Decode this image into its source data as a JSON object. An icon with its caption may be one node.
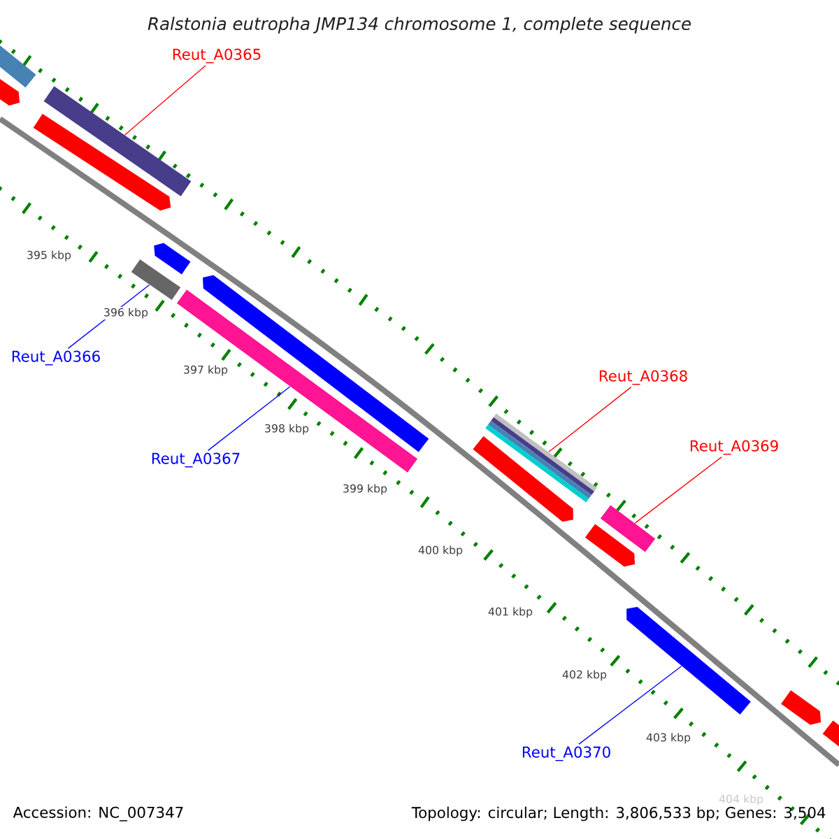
{
  "diagram": {
    "title": "Ralstonia eutropha JMP134 chromosome 1, complete sequence",
    "nodes": [
      {
        "text": [
          "Reut_A0365"
        ]
      },
      {
        "text": [
          "Reut_A0366"
        ]
      },
      {
        "text": [
          "Reut_A0367"
        ]
      },
      {
        "text": [
          "Reut_A0368"
        ]
      },
      {
        "text": [
          "Reut_A0369"
        ]
      },
      {
        "text": [
          "Reut_A0370"
        ]
      },
      {
        "text": [],
        "shape": "box"
      },
      {
        "text": [],
        "shape": "pentagon"
      },
      {
        "text": [],
        "shape": "box"
      },
      {
        "text": [],
        "shape": "pentagon"
      },
      {
        "text": [],
        "shape": "pentagon"
      },
      {
        "text": [],
        "shape": "box"
      },
      {
        "text": [],
        "shape": "pentagon"
      },
      {
        "text": [],
        "shape": "box"
      },
      {
        "text": [],
        "shape": "box"
      },
      {
        "text": [],
        "shape": "pentagon"
      },
      {
        "text": [],
        "shape": "box"
      },
      {
        "text": [],
        "shape": "pentagon"
      },
      {
        "text": [],
        "shape": "pentagon"
      },
      {
        "text": [],
        "shape": "pentagon"
      },
      {
        "text": [],
        "shape": "box"
      }
    ],
    "edges": [
      {
        "from": 0,
        "to": 8,
        "arrow": "none",
        "color": "#ff0000"
      },
      {
        "from": 1,
        "to": 11,
        "arrow": "none",
        "color": "#0000ff"
      },
      {
        "from": 2,
        "to": 13,
        "arrow": "none",
        "color": "#0000ff"
      },
      {
        "from": 3,
        "to": 14,
        "arrow": "none",
        "color": "#ff0000"
      },
      {
        "from": 4,
        "to": 16,
        "arrow": "none",
        "color": "#ff0000"
      },
      {
        "from": 5,
        "to": 18,
        "arrow": "none",
        "color": "#0000ff"
      }
    ],
    "labels": [
      "395 kbp",
      "396 kbp",
      "397 kbp",
      "398 kbp",
      "399 kbp",
      "400 kbp",
      "401 kbp",
      "402 kbp",
      "403 kbp",
      "404 kbp",
      "Accession: NC_007347",
      "Topology: circular; Length: 3,806,533 bp; Genes: 3,504"
    ]
  }
}
